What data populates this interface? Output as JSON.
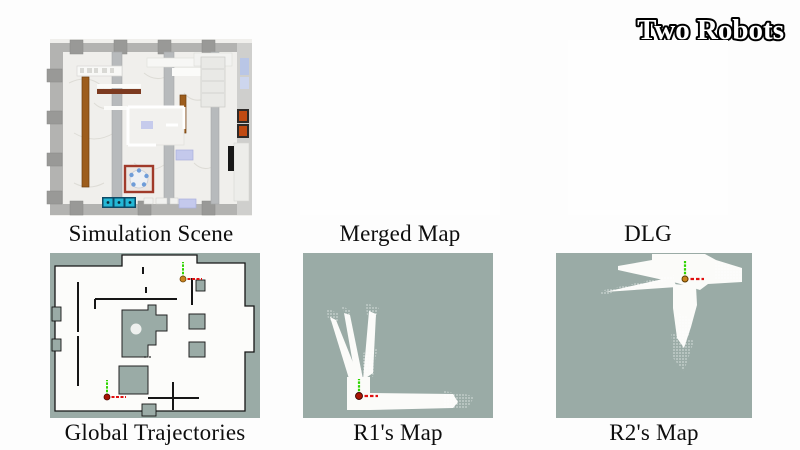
{
  "title": "Two Robots",
  "panels": {
    "simulation_scene": {
      "label": "Simulation Scene"
    },
    "merged_map": {
      "label": "Merged Map"
    },
    "dlg": {
      "label": "DLG"
    },
    "global_trajectories": {
      "label": "Global Trajectories"
    },
    "r1_map": {
      "label": "R1's Map"
    },
    "r2_map": {
      "label": "R2's Map"
    }
  },
  "colors": {
    "map_background": "#9aaba6",
    "occupancy_free": "#fcfcfa",
    "occupancy_wall": "#161616",
    "scan_white": "#fbfbf9",
    "axis_y_green": "#2fd400",
    "axis_x_red": "#e01010",
    "pose_dot_orange": "#c8821e",
    "pose_dot_red": "#a81505",
    "title_fill": "#ffffff",
    "title_outline": "#000000"
  }
}
